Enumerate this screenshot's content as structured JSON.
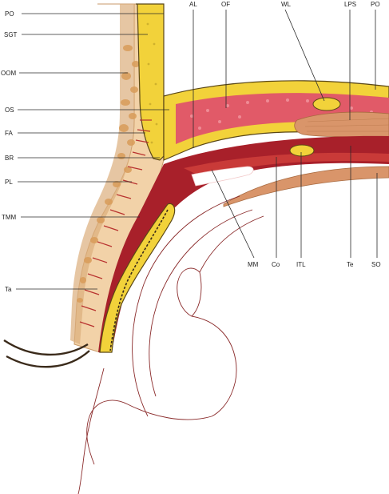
{
  "labels": {
    "PO_top": "PO",
    "SGT": "SGT",
    "OOM": "OOM",
    "OS": "OS",
    "FA": "FA",
    "BR": "BR",
    "PL": "PL",
    "TMM": "TMM",
    "Ta": "Ta",
    "AL": "AL",
    "OF": "OF",
    "WL": "WL",
    "LPS": "LPS",
    "PO_right": "PO",
    "MM": "MM",
    "Co": "Co",
    "ITL": "ITL",
    "Te": "Te",
    "SO": "SO"
  },
  "colors": {
    "skin": "#f2d2a8",
    "skin_edge": "#c99a68",
    "muscle": "#d9a778",
    "septum_yellow": "#f2d23a",
    "septum_edge": "#5a4716",
    "fat_pink": "#e15a68",
    "dark_red": "#a8202a",
    "red": "#c93a38",
    "tendon_tan": "#d9956a",
    "globe_line": "#8a2a2a",
    "lash": "#3a2a1a"
  }
}
